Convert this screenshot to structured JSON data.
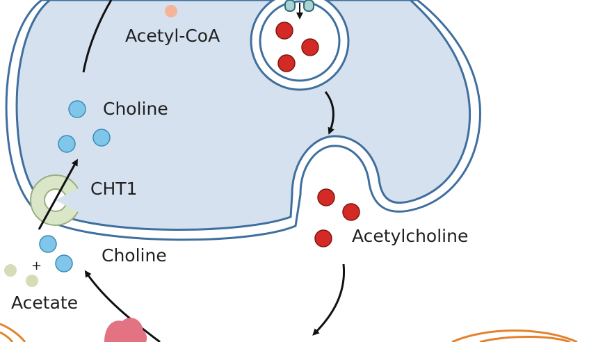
{
  "labels": {
    "acetyl_coa": "Acetyl-CoA",
    "choline_inside": "Choline",
    "cht1": "CHT1",
    "choline_outside": "Choline",
    "plus": "+",
    "acetate": "Acetate",
    "acetylcholine": "Acetylcholine"
  },
  "colors": {
    "cytoplasm": "#d6e1ef",
    "membrane": "#3f6f9e",
    "choline": "#7fc6ea",
    "acetylcholine": "#d42a26",
    "acetyl_coa": "#f4b49a",
    "acetate": "#d4dcb8",
    "transporter": "#d9e6c8",
    "enzyme": "#e37383",
    "postsynaptic": "#e4822c"
  }
}
